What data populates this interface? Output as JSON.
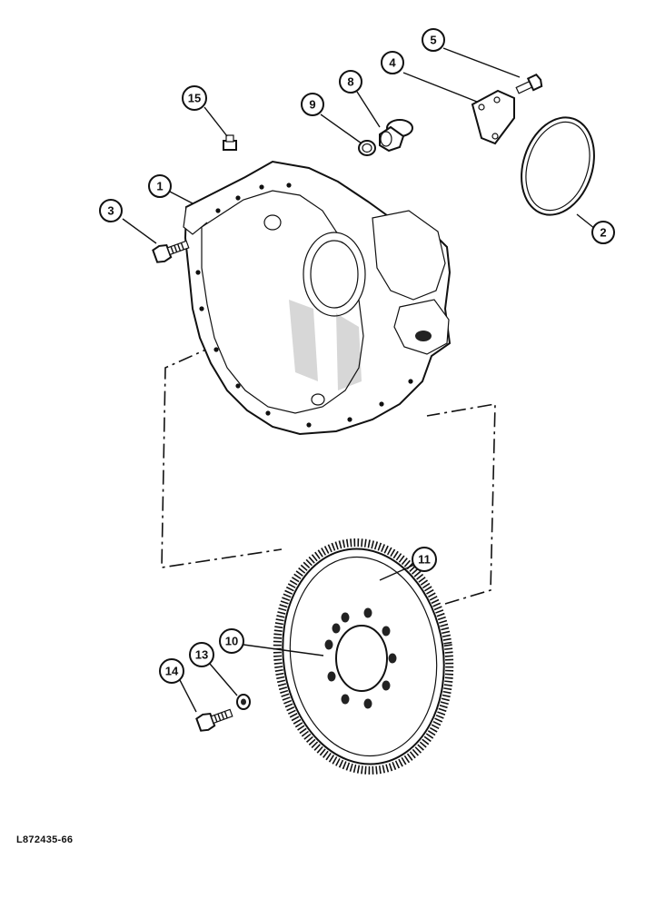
{
  "figure_code": "L872435-66",
  "callouts": {
    "c1": "1",
    "c2": "2",
    "c3": "3",
    "c4": "4",
    "c5": "5",
    "c8": "8",
    "c9": "9",
    "c10": "10",
    "c11": "11",
    "c13": "13",
    "c14": "14",
    "c15": "15"
  }
}
